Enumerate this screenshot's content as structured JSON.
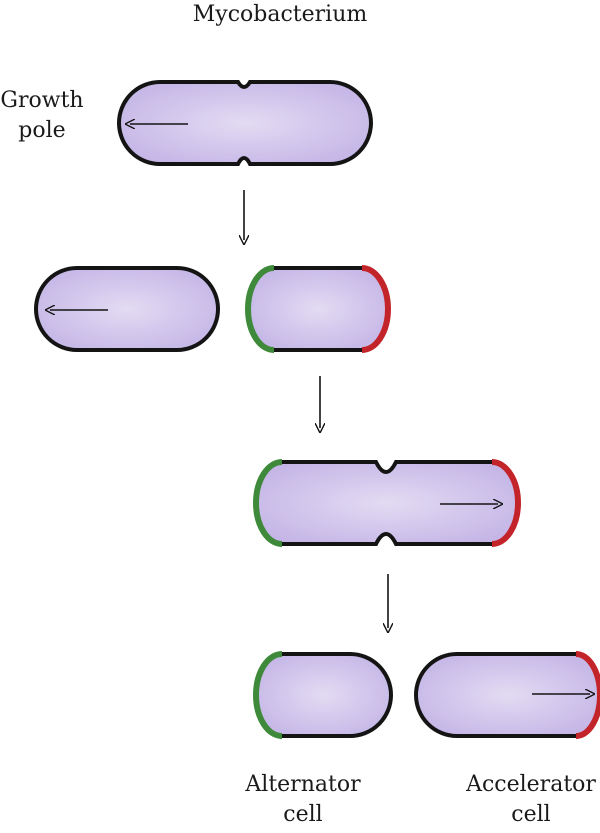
{
  "title": "Mycobacterium",
  "labels": {
    "growth_pole_line1": "Growth",
    "growth_pole_line2": "pole",
    "alternator_line1": "Alternator",
    "alternator_line2": "cell",
    "accelerator_line1": "Accelerator",
    "accelerator_line2": "cell"
  },
  "colors": {
    "cell_fill": "#c4b5e6",
    "cell_highlight": "#e3dbf3",
    "outline": "#141414",
    "old_pole": "#3e8a3a",
    "new_pole": "#c3242a"
  }
}
